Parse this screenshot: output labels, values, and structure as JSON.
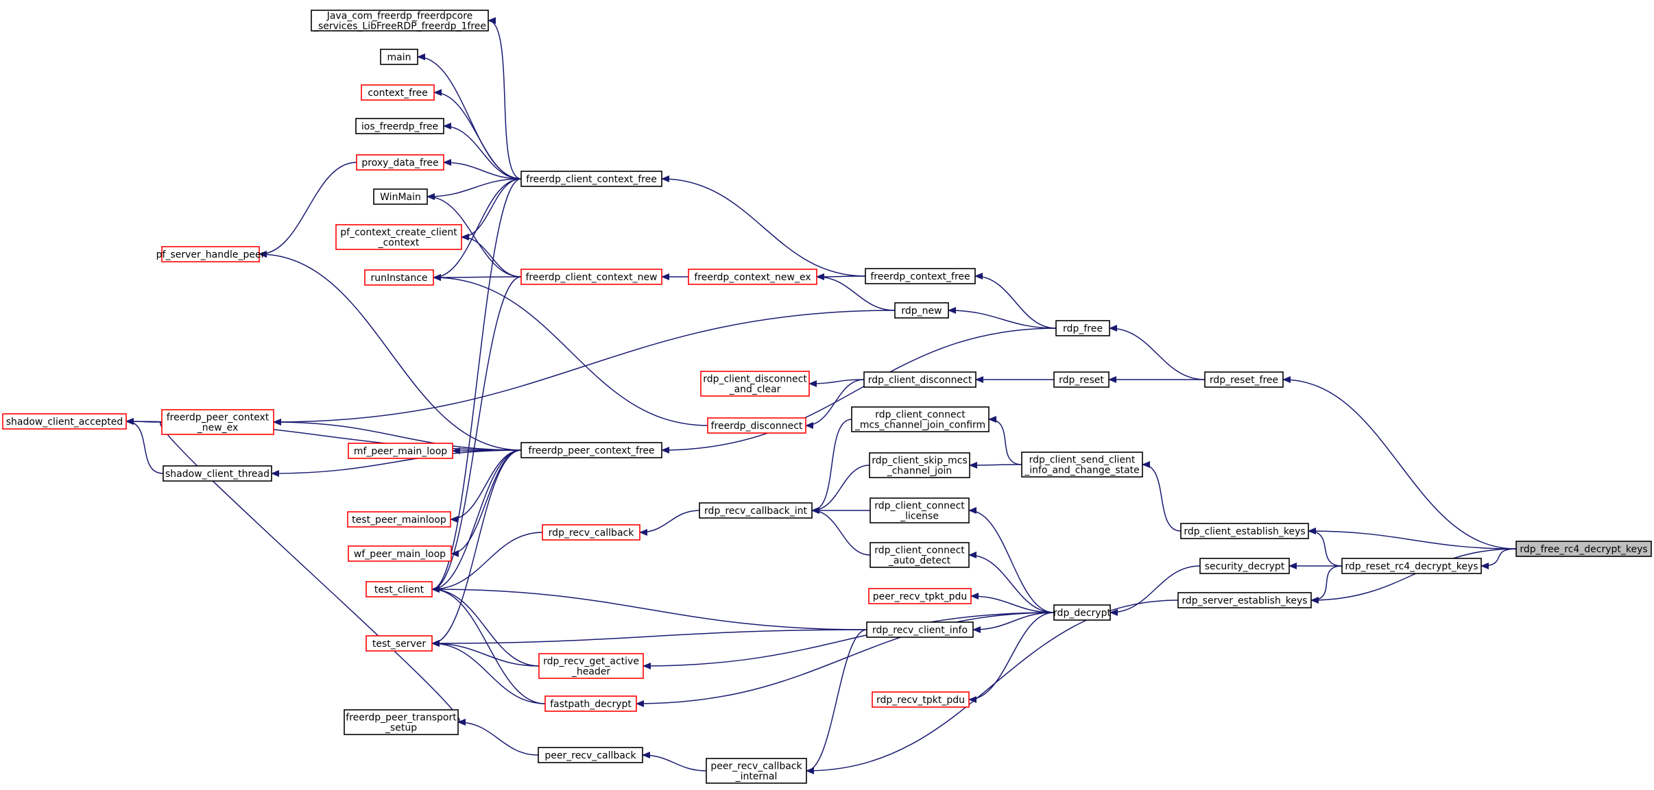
{
  "colors": {
    "edge": "#191970",
    "border_normal": "#000000",
    "border_ext": "#ff0000",
    "root_fill": "#bfbfbf",
    "node_fill": "#ffffff"
  },
  "nodes": [
    {
      "id": "java_free",
      "lines": [
        "Java_com_freerdp_freerdpcore",
        "_services_LibFreeRDP_freerdp_1free"
      ],
      "style": "normal"
    },
    {
      "id": "main",
      "lines": [
        "main"
      ],
      "style": "normal"
    },
    {
      "id": "context_free",
      "lines": [
        "context_free"
      ],
      "style": "ext"
    },
    {
      "id": "ios_freerdp_free",
      "lines": [
        "ios_freerdp_free"
      ],
      "style": "normal"
    },
    {
      "id": "proxy_data_free",
      "lines": [
        "proxy_data_free"
      ],
      "style": "ext"
    },
    {
      "id": "WinMain",
      "lines": [
        "WinMain"
      ],
      "style": "normal"
    },
    {
      "id": "pf_context_create_client_context",
      "lines": [
        "pf_context_create_client",
        "_context"
      ],
      "style": "ext"
    },
    {
      "id": "pf_server_handle_peer",
      "lines": [
        "pf_server_handle_peer"
      ],
      "style": "ext"
    },
    {
      "id": "runInstance",
      "lines": [
        "runInstance"
      ],
      "style": "ext"
    },
    {
      "id": "shadow_client_accepted",
      "lines": [
        "shadow_client_accepted"
      ],
      "style": "ext"
    },
    {
      "id": "freerdp_peer_context_new_ex",
      "lines": [
        "freerdp_peer_context",
        "_new_ex"
      ],
      "style": "ext"
    },
    {
      "id": "shadow_client_thread",
      "lines": [
        "shadow_client_thread"
      ],
      "style": "normal"
    },
    {
      "id": "mf_peer_main_loop",
      "lines": [
        "mf_peer_main_loop"
      ],
      "style": "ext"
    },
    {
      "id": "test_peer_mainloop",
      "lines": [
        "test_peer_mainloop"
      ],
      "style": "ext"
    },
    {
      "id": "wf_peer_main_loop",
      "lines": [
        "wf_peer_main_loop"
      ],
      "style": "ext"
    },
    {
      "id": "test_client",
      "lines": [
        "test_client"
      ],
      "style": "ext"
    },
    {
      "id": "test_server",
      "lines": [
        "test_server"
      ],
      "style": "ext"
    },
    {
      "id": "freerdp_peer_transport_setup",
      "lines": [
        "freerdp_peer_transport",
        "_setup"
      ],
      "style": "normal"
    },
    {
      "id": "freerdp_client_context_free",
      "lines": [
        "freerdp_client_context_free"
      ],
      "style": "normal"
    },
    {
      "id": "freerdp_client_context_new",
      "lines": [
        "freerdp_client_context_new"
      ],
      "style": "ext"
    },
    {
      "id": "freerdp_peer_context_free",
      "lines": [
        "freerdp_peer_context_free"
      ],
      "style": "normal"
    },
    {
      "id": "rdp_recv_callback",
      "lines": [
        "rdp_recv_callback"
      ],
      "style": "ext"
    },
    {
      "id": "rdp_recv_get_active_header",
      "lines": [
        "rdp_recv_get_active",
        "_header"
      ],
      "style": "ext"
    },
    {
      "id": "fastpath_decrypt",
      "lines": [
        "fastpath_decrypt"
      ],
      "style": "ext"
    },
    {
      "id": "peer_recv_callback",
      "lines": [
        "peer_recv_callback"
      ],
      "style": "normal"
    },
    {
      "id": "freerdp_context_new_ex",
      "lines": [
        "freerdp_context_new_ex"
      ],
      "style": "ext"
    },
    {
      "id": "rdp_client_disconnect_and_clear",
      "lines": [
        "rdp_client_disconnect",
        "_and_clear"
      ],
      "style": "ext"
    },
    {
      "id": "freerdp_disconnect",
      "lines": [
        "freerdp_disconnect"
      ],
      "style": "ext"
    },
    {
      "id": "rdp_recv_callback_int",
      "lines": [
        "rdp_recv_callback_int"
      ],
      "style": "normal"
    },
    {
      "id": "peer_recv_callback_internal",
      "lines": [
        "peer_recv_callback",
        "_internal"
      ],
      "style": "normal"
    },
    {
      "id": "freerdp_context_free",
      "lines": [
        "freerdp_context_free"
      ],
      "style": "normal"
    },
    {
      "id": "rdp_new",
      "lines": [
        "rdp_new"
      ],
      "style": "normal"
    },
    {
      "id": "rdp_client_disconnect",
      "lines": [
        "rdp_client_disconnect"
      ],
      "style": "normal"
    },
    {
      "id": "rdp_client_connect_mcs_channel_join_confirm",
      "lines": [
        "rdp_client_connect",
        "_mcs_channel_join_confirm"
      ],
      "style": "normal"
    },
    {
      "id": "rdp_client_skip_mcs_channel_join",
      "lines": [
        "rdp_client_skip_mcs",
        "_channel_join"
      ],
      "style": "normal"
    },
    {
      "id": "rdp_client_connect_license",
      "lines": [
        "rdp_client_connect",
        "_license"
      ],
      "style": "normal"
    },
    {
      "id": "rdp_client_connect_auto_detect",
      "lines": [
        "rdp_client_connect",
        "_auto_detect"
      ],
      "style": "normal"
    },
    {
      "id": "peer_recv_tpkt_pdu",
      "lines": [
        "peer_recv_tpkt_pdu"
      ],
      "style": "ext"
    },
    {
      "id": "rdp_recv_client_info",
      "lines": [
        "rdp_recv_client_info"
      ],
      "style": "normal"
    },
    {
      "id": "rdp_recv_tpkt_pdu",
      "lines": [
        "rdp_recv_tpkt_pdu"
      ],
      "style": "ext"
    },
    {
      "id": "rdp_free",
      "lines": [
        "rdp_free"
      ],
      "style": "normal"
    },
    {
      "id": "rdp_reset",
      "lines": [
        "rdp_reset"
      ],
      "style": "normal"
    },
    {
      "id": "rdp_client_send_client_info_and_change_state",
      "lines": [
        "rdp_client_send_client",
        "_info_and_change_state"
      ],
      "style": "normal"
    },
    {
      "id": "rdp_decrypt",
      "lines": [
        "rdp_decrypt"
      ],
      "style": "normal"
    },
    {
      "id": "rdp_reset_free",
      "lines": [
        "rdp_reset_free"
      ],
      "style": "normal"
    },
    {
      "id": "rdp_client_establish_keys",
      "lines": [
        "rdp_client_establish_keys"
      ],
      "style": "normal"
    },
    {
      "id": "security_decrypt",
      "lines": [
        "security_decrypt"
      ],
      "style": "normal"
    },
    {
      "id": "rdp_server_establish_keys",
      "lines": [
        "rdp_server_establish_keys"
      ],
      "style": "normal"
    },
    {
      "id": "rdp_reset_rc4_decrypt_keys",
      "lines": [
        "rdp_reset_rc4_decrypt_keys"
      ],
      "style": "normal"
    },
    {
      "id": "rdp_free_rc4_decrypt_keys",
      "lines": [
        "rdp_free_rc4_decrypt_keys"
      ],
      "style": "root"
    }
  ],
  "edges": [
    [
      "freerdp_client_context_free",
      "java_free"
    ],
    [
      "freerdp_client_context_free",
      "main"
    ],
    [
      "freerdp_client_context_free",
      "context_free"
    ],
    [
      "freerdp_client_context_free",
      "ios_freerdp_free"
    ],
    [
      "freerdp_client_context_free",
      "proxy_data_free"
    ],
    [
      "freerdp_client_context_free",
      "WinMain"
    ],
    [
      "freerdp_client_context_free",
      "pf_context_create_client_context"
    ],
    [
      "freerdp_client_context_free",
      "runInstance"
    ],
    [
      "freerdp_client_context_free",
      "test_client"
    ],
    [
      "proxy_data_free",
      "pf_server_handle_peer"
    ],
    [
      "freerdp_client_context_new",
      "WinMain"
    ],
    [
      "freerdp_client_context_new",
      "pf_context_create_client_context"
    ],
    [
      "freerdp_client_context_new",
      "runInstance"
    ],
    [
      "freerdp_client_context_new",
      "test_client"
    ],
    [
      "freerdp_context_new_ex",
      "freerdp_client_context_new"
    ],
    [
      "freerdp_context_free",
      "freerdp_context_new_ex"
    ],
    [
      "freerdp_context_free",
      "freerdp_client_context_free"
    ],
    [
      "rdp_new",
      "freerdp_context_new_ex"
    ],
    [
      "rdp_new",
      "freerdp_peer_context_new_ex"
    ],
    [
      "rdp_free",
      "freerdp_context_free"
    ],
    [
      "rdp_free",
      "rdp_new"
    ],
    [
      "rdp_free",
      "freerdp_peer_context_free"
    ],
    [
      "rdp_reset_free",
      "rdp_free"
    ],
    [
      "rdp_reset_free",
      "rdp_reset"
    ],
    [
      "rdp_reset",
      "rdp_client_disconnect"
    ],
    [
      "rdp_client_disconnect",
      "rdp_client_disconnect_and_clear"
    ],
    [
      "rdp_client_disconnect",
      "freerdp_disconnect"
    ],
    [
      "freerdp_disconnect",
      "runInstance"
    ],
    [
      "freerdp_peer_context_free",
      "pf_server_handle_peer"
    ],
    [
      "freerdp_peer_context_free",
      "shadow_client_accepted"
    ],
    [
      "freerdp_peer_context_free",
      "freerdp_peer_context_new_ex"
    ],
    [
      "freerdp_peer_context_free",
      "mf_peer_main_loop"
    ],
    [
      "freerdp_peer_context_free",
      "shadow_client_thread"
    ],
    [
      "freerdp_peer_context_free",
      "test_peer_mainloop"
    ],
    [
      "freerdp_peer_context_free",
      "wf_peer_main_loop"
    ],
    [
      "freerdp_peer_context_free",
      "test_client"
    ],
    [
      "freerdp_peer_context_free",
      "test_server"
    ],
    [
      "freerdp_peer_context_new_ex",
      "shadow_client_accepted"
    ],
    [
      "freerdp_peer_context_new_ex",
      "freerdp_peer_transport_setup"
    ],
    [
      "shadow_client_thread",
      "shadow_client_accepted"
    ],
    [
      "rdp_recv_callback",
      "test_client"
    ],
    [
      "rdp_recv_callback_int",
      "rdp_recv_callback"
    ],
    [
      "rdp_client_connect_mcs_channel_join_confirm",
      "rdp_recv_callback_int"
    ],
    [
      "rdp_client_skip_mcs_channel_join",
      "rdp_recv_callback_int"
    ],
    [
      "rdp_client_connect_license",
      "rdp_recv_callback_int"
    ],
    [
      "rdp_client_connect_auto_detect",
      "rdp_recv_callback_int"
    ],
    [
      "rdp_client_send_client_info_and_change_state",
      "rdp_client_connect_mcs_channel_join_confirm"
    ],
    [
      "rdp_client_send_client_info_and_change_state",
      "rdp_client_skip_mcs_channel_join"
    ],
    [
      "rdp_client_establish_keys",
      "rdp_client_send_client_info_and_change_state"
    ],
    [
      "rdp_decrypt",
      "rdp_client_connect_license"
    ],
    [
      "rdp_decrypt",
      "rdp_client_connect_auto_detect"
    ],
    [
      "rdp_decrypt",
      "peer_recv_tpkt_pdu"
    ],
    [
      "rdp_decrypt",
      "rdp_recv_client_info"
    ],
    [
      "rdp_decrypt",
      "rdp_recv_get_active_header"
    ],
    [
      "rdp_decrypt",
      "rdp_recv_tpkt_pdu"
    ],
    [
      "rdp_decrypt",
      "fastpath_decrypt"
    ],
    [
      "rdp_recv_client_info",
      "test_client"
    ],
    [
      "rdp_recv_client_info",
      "test_server"
    ],
    [
      "rdp_recv_client_info",
      "peer_recv_callback_internal"
    ],
    [
      "rdp_recv_get_active_header",
      "test_client"
    ],
    [
      "rdp_recv_get_active_header",
      "test_server"
    ],
    [
      "fastpath_decrypt",
      "test_client"
    ],
    [
      "fastpath_decrypt",
      "test_server"
    ],
    [
      "peer_recv_callback_internal",
      "peer_recv_callback"
    ],
    [
      "peer_recv_callback",
      "freerdp_peer_transport_setup"
    ],
    [
      "security_decrypt",
      "rdp_decrypt"
    ],
    [
      "rdp_reset_rc4_decrypt_keys",
      "security_decrypt"
    ],
    [
      "rdp_reset_rc4_decrypt_keys",
      "rdp_client_establish_keys"
    ],
    [
      "rdp_reset_rc4_decrypt_keys",
      "rdp_server_establish_keys"
    ],
    [
      "rdp_server_establish_keys",
      "peer_recv_callback_internal"
    ],
    [
      "rdp_free_rc4_decrypt_keys",
      "rdp_reset_free"
    ],
    [
      "rdp_free_rc4_decrypt_keys",
      "rdp_client_establish_keys"
    ],
    [
      "rdp_free_rc4_decrypt_keys",
      "rdp_reset_rc4_decrypt_keys"
    ],
    [
      "rdp_free_rc4_decrypt_keys",
      "rdp_server_establish_keys"
    ]
  ]
}
